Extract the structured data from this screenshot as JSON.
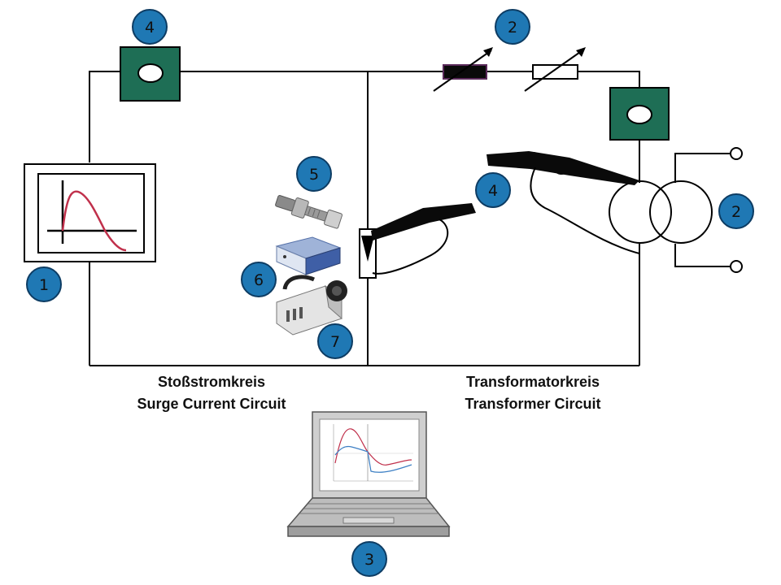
{
  "labels": {
    "surge_de": "Stoßstromkreis",
    "surge_en": "Surge Current Circuit",
    "transformer_de": "Transformatorkreis",
    "transformer_en": "Transformer Circuit"
  },
  "badges": {
    "generator": "1",
    "resistor_top": "2",
    "transformer": "2",
    "laptop": "3",
    "current_sensor_top": "4",
    "probe": "4",
    "pressure_sensor": "5",
    "daq": "6",
    "camera": "7"
  },
  "colors": {
    "wire": "#000000",
    "badge_fill": "#1f78b4",
    "badge_stroke": "#0d3c63",
    "sensor_box": "#1e6e55",
    "waveform": "#c0304b",
    "resistor_dark": "#0a0a0a",
    "resistor_outline": "#5a2a5a"
  },
  "icons": {
    "generator": "surge-generator-icon",
    "current_sensor": "current-transformer-icon",
    "resistor": "variable-resistor-icon",
    "transformer": "transformer-icon",
    "probe": "voltage-probe-icon",
    "laptop": "laptop-icon",
    "pressure_sensor": "pressure-sensor-icon",
    "daq": "data-acquisition-box-icon",
    "camera": "high-speed-camera-icon"
  }
}
